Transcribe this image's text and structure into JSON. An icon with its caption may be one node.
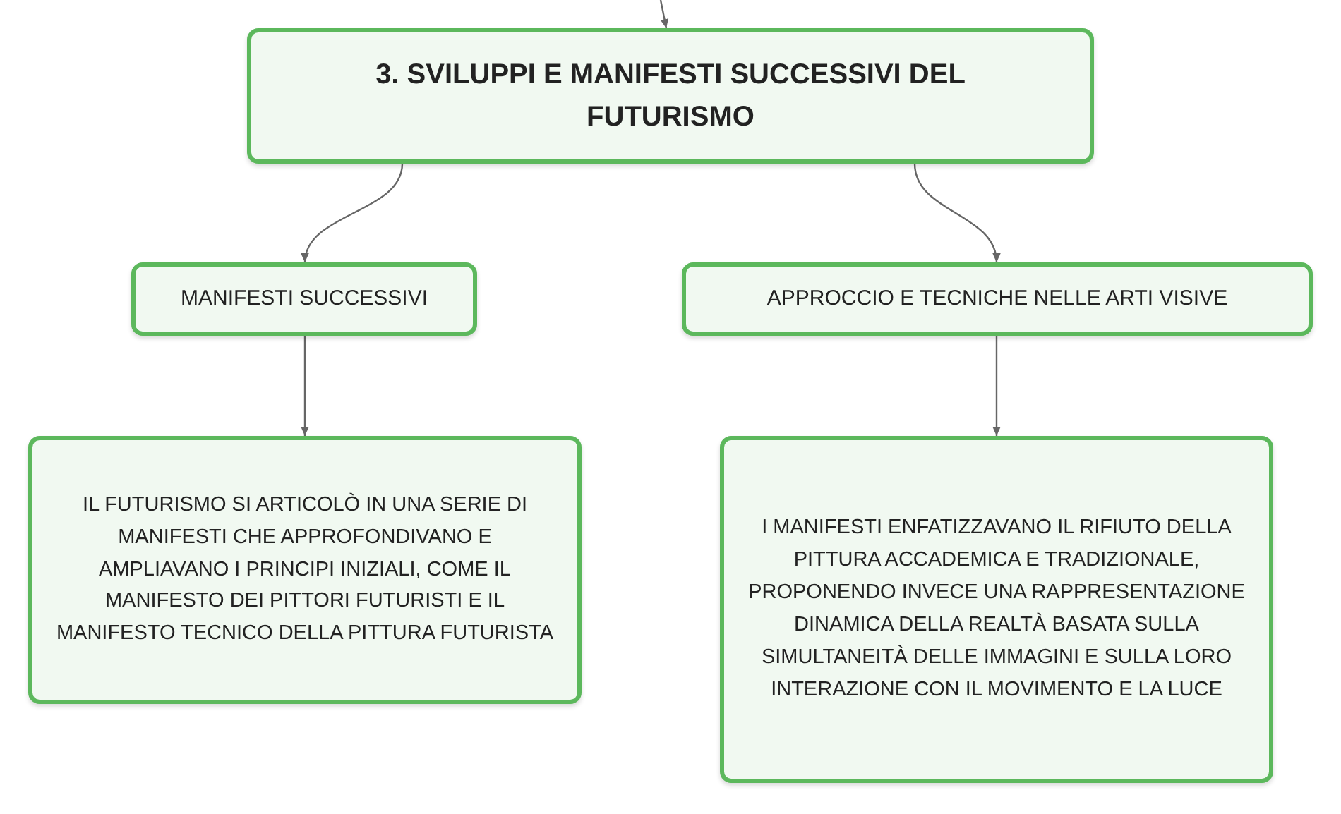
{
  "diagram": {
    "nodes": [
      {
        "text": [
          "3. SVILUPPI E MANIFESTI SUCCESSIVI DEL FUTURISMO"
        ]
      },
      {
        "text": [
          "MANIFESTI SUCCESSIVI"
        ]
      },
      {
        "text": [
          "APPROCCIO E TECNICHE NELLE ARTI VISIVE"
        ]
      },
      {
        "text": [
          "IL FUTURISMO SI ARTICOLÒ IN UNA SERIE DI MANIFESTI CHE APPROFONDIVANO E AMPLIAVANO I PRINCIPI INIZIALI, COME IL MANIFESTO DEI PITTORI FUTURISTI E IL MANIFESTO TECNICO DELLA PITTURA FUTURISTA"
        ]
      },
      {
        "text": [
          "I MANIFESTI ENFATIZZAVANO IL RIFIUTO DELLA PITTURA ACCADEMICA E TRADIZIONALE, PROPONENDO INVECE UNA RAPPRESENTAZIONE DINAMICA DELLA REALTÀ BASATA SULLA SIMULTANEITÀ DELLE IMMAGINI E SULLA LORO INTERAZIONE CON IL MOVIMENTO E LA LUCE"
        ]
      }
    ],
    "edges": [
      {
        "from": null,
        "to": 0,
        "arrow": "to"
      },
      {
        "from": 0,
        "to": 1,
        "arrow": "to"
      },
      {
        "from": 0,
        "to": 2,
        "arrow": "to"
      },
      {
        "from": 1,
        "to": 3,
        "arrow": "to"
      },
      {
        "from": 2,
        "to": 4,
        "arrow": "to"
      }
    ]
  }
}
